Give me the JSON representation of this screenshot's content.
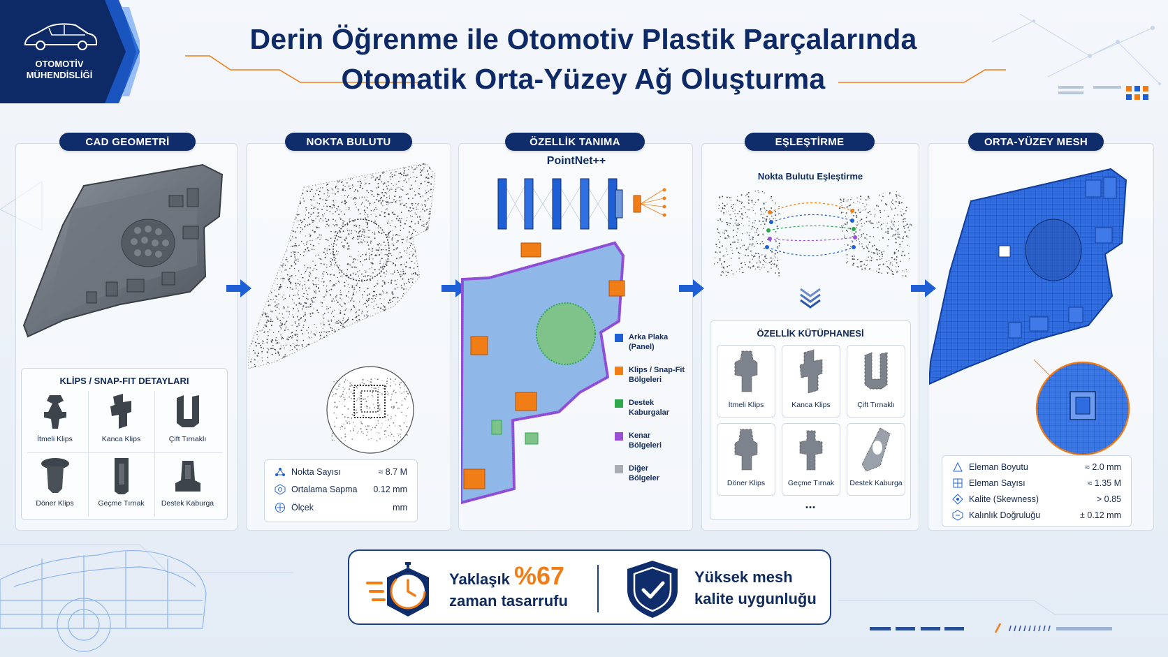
{
  "badge": {
    "line1": "OTOMOTİV",
    "line2": "MÜHENDİSLİĞİ",
    "icon": "car-icon"
  },
  "title": {
    "line1": "Derin Öğrenme ile Otomotiv Plastik Parçalarında",
    "line2": "Otomatik Orta-Yüzey Ağ Oluşturma"
  },
  "steps": [
    {
      "label": "CAD GEOMETRİ"
    },
    {
      "label": "NOKTA BULUTU"
    },
    {
      "label": "ÖZELLİK TANIMA"
    },
    {
      "label": "EŞLEŞTİRME"
    },
    {
      "label": "ORTA-YÜZEY MESH"
    }
  ],
  "cad": {
    "clips_title": "KLİPS / SNAP-FIT DETAYLARI",
    "clips": [
      "İtmeli Klips",
      "Kanca Klips",
      "Çift Tırnaklı",
      "Döner Klips",
      "Geçme Tırnak",
      "Destek Kaburga"
    ]
  },
  "point_cloud": {
    "stats": [
      {
        "icon": "points-icon",
        "label": "Nokta Sayısı",
        "value": "≈ 8.7 M"
      },
      {
        "icon": "deviation-icon",
        "label": "Ortalama Sapma",
        "value": "0.12 mm"
      },
      {
        "icon": "scale-icon",
        "label": "Ölçek",
        "value": "mm"
      }
    ]
  },
  "feature": {
    "network": "PointNet++",
    "legend": [
      {
        "line1": "Arka Plaka",
        "line2": "(Panel)",
        "color": "#1e5fd6"
      },
      {
        "line1": "Klips / Snap-Fit",
        "line2": "Bölgeleri",
        "color": "#f07d16"
      },
      {
        "line1": "Destek",
        "line2": "Kaburgalar",
        "color": "#2ca84a"
      },
      {
        "line1": "Kenar",
        "line2": "Bölgeleri",
        "color": "#9b4fd6"
      },
      {
        "line1": "Diğer",
        "line2": "Bölgeler",
        "color": "#a8adb6"
      }
    ]
  },
  "matching": {
    "subtitle": "Nokta Bulutu Eşleştirme",
    "library_title": "ÖZELLİK KÜTÜPHANESİ",
    "library": [
      "İtmeli Klips",
      "Kanca Klips",
      "Çift Tırnaklı",
      "Döner Klips",
      "Geçme Tırnak",
      "Destek Kaburga"
    ],
    "more": "..."
  },
  "mesh": {
    "stats": [
      {
        "icon": "element-size-icon",
        "label": "Eleman Boyutu",
        "value": "≈ 2.0 mm"
      },
      {
        "icon": "element-count-icon",
        "label": "Eleman Sayısı",
        "value": "≈ 1.35 M"
      },
      {
        "icon": "quality-icon",
        "label": "Kalite (Skewness)",
        "value": "> 0.85"
      },
      {
        "icon": "thickness-icon",
        "label": "Kalınlık Doğruluğu",
        "value": "± 0.12 mm"
      }
    ]
  },
  "banner": {
    "left_line1": "Yaklaşık",
    "left_big": "%67",
    "left_line2": "zaman tasarrufu",
    "right_line1": "Yüksek mesh",
    "right_line2": "kalite uygunluğu"
  },
  "colors": {
    "navy": "#0f2c6b",
    "blue": "#1e5fd6",
    "orange": "#f07d16"
  }
}
